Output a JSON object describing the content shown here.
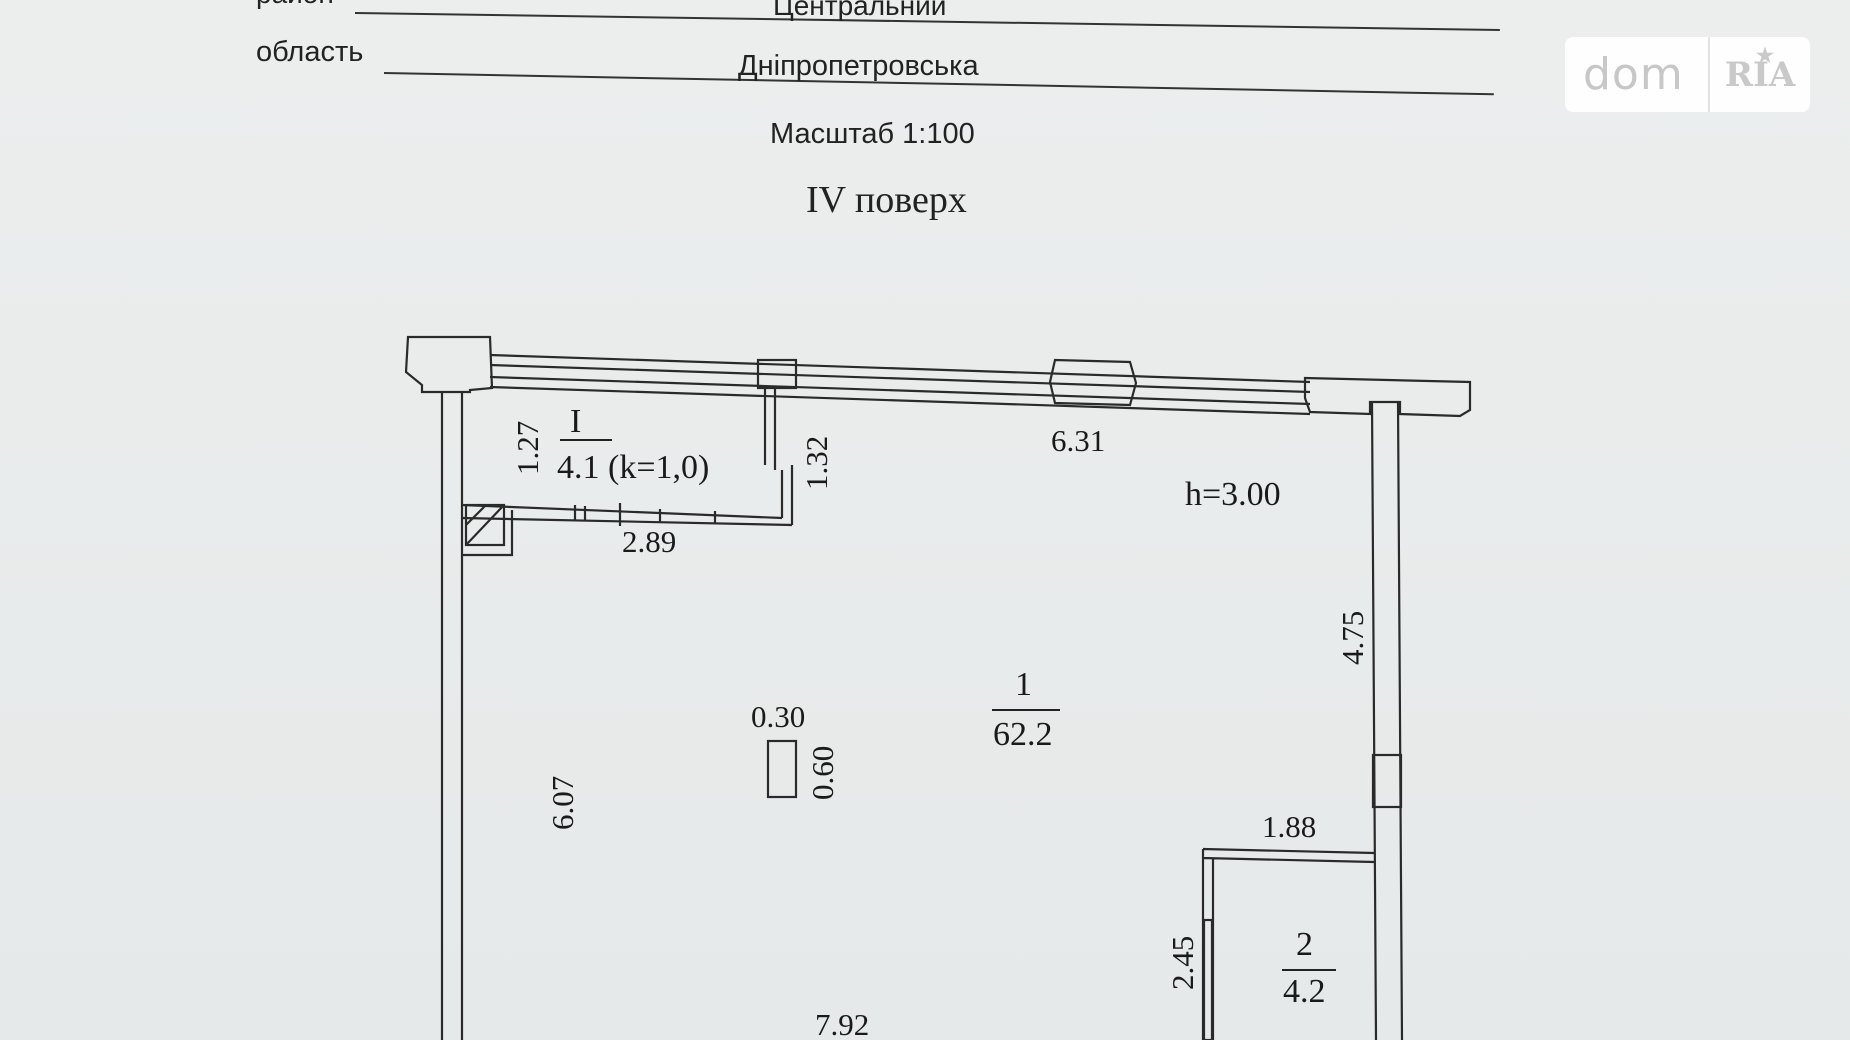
{
  "header": {
    "district_label": "район",
    "district_value": "Центральний",
    "region_label": "область",
    "region_value": "Дніпропетровська",
    "scale": "Масштаб 1:100",
    "floor": "IV поверх"
  },
  "watermark": {
    "brand": "dom",
    "partner": "RIA"
  },
  "plan": {
    "height_label": "h=3.00",
    "rooms": [
      {
        "number": "I",
        "area": "4.1 (k=1,0)"
      },
      {
        "number": "1",
        "area": "62.2"
      },
      {
        "number": "2",
        "area": "4.2"
      }
    ],
    "dimensions": {
      "top_wall": "6.31",
      "balcony_height": "1.27",
      "balcony_right": "1.32",
      "balcony_width": "2.89",
      "right_wall": "4.75",
      "left_wall": "6.07",
      "column_width": "0.30",
      "column_depth": "0.60",
      "bath_width": "1.88",
      "bath_height": "2.45",
      "bottom_wall": "7.92"
    }
  }
}
